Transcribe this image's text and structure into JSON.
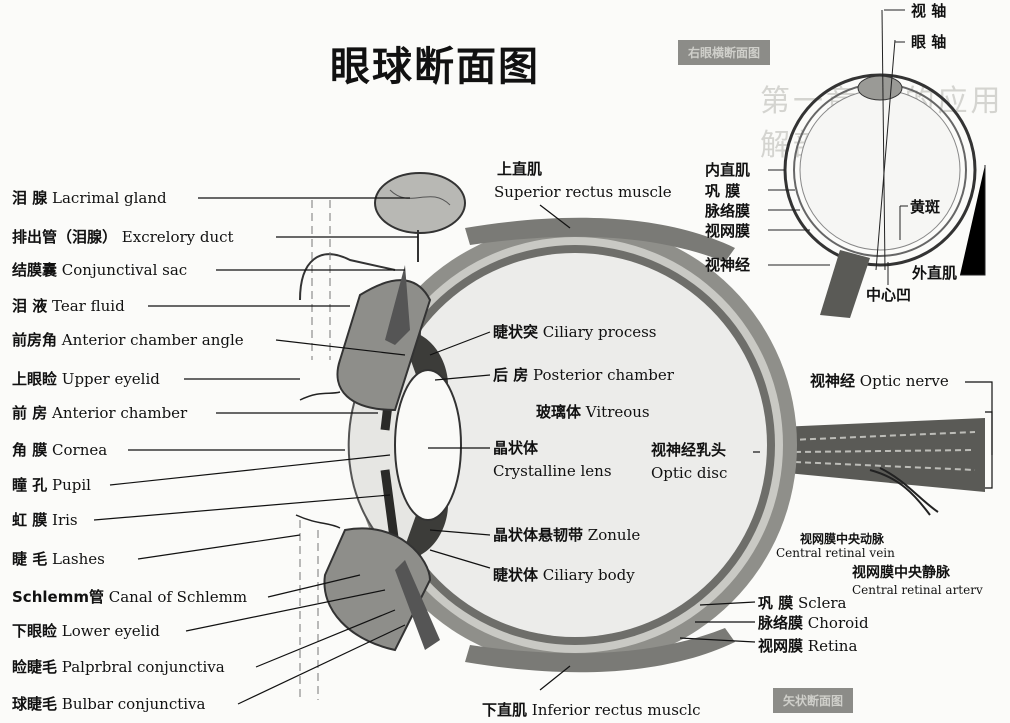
{
  "title": "眼球断面图",
  "faint_background_text": "第一章 眼的应用解剖与生理",
  "badges": {
    "top_right": "右眼横断面图",
    "bottom_right": "矢状断面图"
  },
  "left_labels": [
    {
      "cn": "泪 腺",
      "en": "Lacrimal gland"
    },
    {
      "cn": "排出管（泪腺）",
      "en": "Excrelory duct"
    },
    {
      "cn": "结膜囊",
      "en": "Conjunctival sac"
    },
    {
      "cn": "泪 液",
      "en": "Tear fluid"
    },
    {
      "cn": "前房角",
      "en": "Anterior chamber angle"
    },
    {
      "cn": "上眼睑",
      "en": "Upper eyelid"
    },
    {
      "cn": "前 房",
      "en": "Anterior chamber"
    },
    {
      "cn": "角 膜",
      "en": "Cornea"
    },
    {
      "cn": "瞳 孔",
      "en": "Pupil"
    },
    {
      "cn": "虹 膜",
      "en": "Iris"
    },
    {
      "cn": "睫 毛",
      "en": "Lashes"
    },
    {
      "cn": "Schlemm管",
      "en": "Canal of Schlemm"
    },
    {
      "cn": "下眼睑",
      "en": "Lower eyelid"
    },
    {
      "cn": "睑睫毛",
      "en": "Palprbral conjunctiva"
    },
    {
      "cn": "球睫毛",
      "en": "Bulbar conjunctiva"
    }
  ],
  "top": {
    "cn": "上直肌",
    "en": "Superior rectus muscle"
  },
  "bottom": {
    "cn": "下直肌",
    "en": "Inferior rectus musclc"
  },
  "inner_labels": [
    {
      "cn": "睫状突",
      "en": "Ciliary process"
    },
    {
      "cn": "后 房",
      "en": "Posterior chamber"
    },
    {
      "cn": "玻璃体",
      "en": "Vitreous"
    },
    {
      "cn": "晶状体",
      "en": "Crystalline lens"
    },
    {
      "cn": "视神经乳头",
      "en": "Optic disc"
    },
    {
      "cn": "晶状体悬韧带",
      "en": "Zonule"
    },
    {
      "cn": "睫状体",
      "en": "Ciliary body"
    }
  ],
  "right_labels": {
    "optic_nerve": {
      "cn": "视神经",
      "en": "Optic nerve"
    },
    "artery": {
      "cn": "视网膜中央动脉",
      "en": "Central retinal vein"
    },
    "vein": {
      "cn": "视网膜中央静脉",
      "en": "Central retinal arterv"
    },
    "sclera": {
      "cn": "巩 膜",
      "en": "Sclera"
    },
    "choroid": {
      "cn": "脉络膜",
      "en": "Choroid"
    },
    "retina": {
      "cn": "视网膜",
      "en": "Retina"
    }
  },
  "inset_labels": {
    "visual_axis": "视 轴",
    "optic_axis": "眼 轴",
    "medial_rectus": "内直肌",
    "sclera": "巩 膜",
    "choroid": "脉络膜",
    "retina": "视网膜",
    "optic_nerve": "视神经",
    "macula": "黄斑",
    "lateral_rectus": "外直肌",
    "fovea": "中心凹"
  }
}
